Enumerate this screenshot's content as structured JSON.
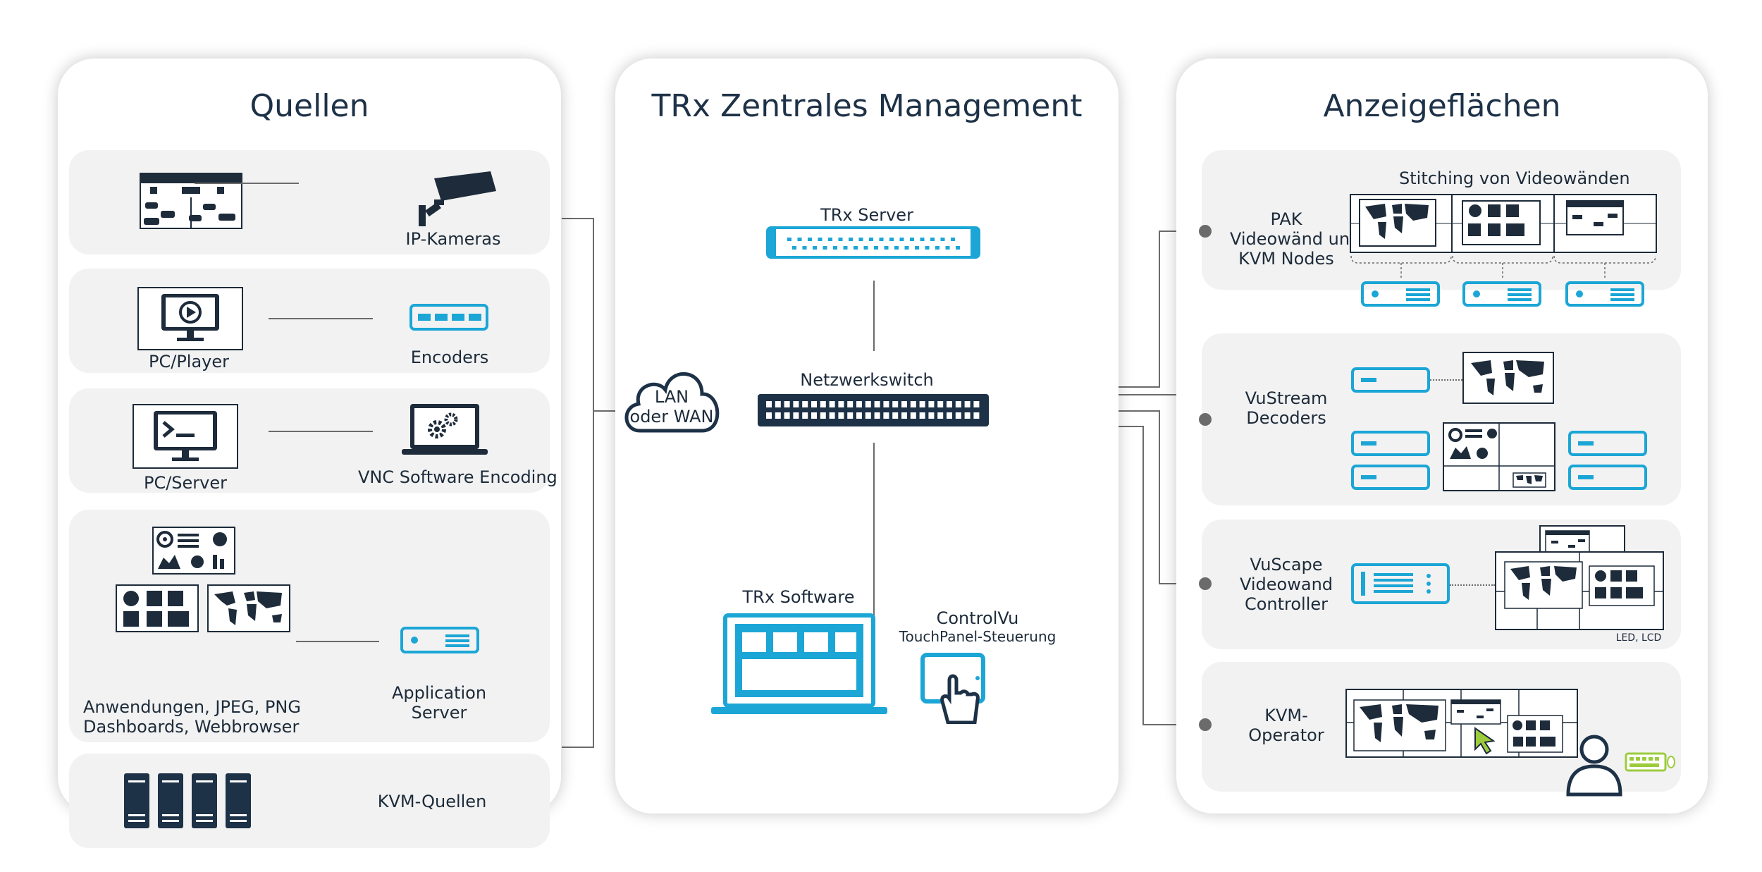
{
  "panels": {
    "sources": {
      "title": "Quellen"
    },
    "management": {
      "title": "TRx Zentrales Management"
    },
    "displays": {
      "title": "Anzeigeflächen"
    }
  },
  "sources": {
    "ip_cameras": "IP-Kameras",
    "pc_player": "PC/Player",
    "encoders": "Encoders",
    "pc_server": "PC/Server",
    "vnc": "VNC Software Encoding",
    "apps_line1": "Anwendungen, JPEG, PNG",
    "apps_line2": "Dashboards, Webbrowser",
    "app_server_line1": "Application",
    "app_server_line2": "Server",
    "kvm_sources": "KVM-Quellen"
  },
  "management": {
    "trx_server": "TRx Server",
    "switch": "Netzwerkswitch",
    "lan_line1": "LAN",
    "lan_line2": "oder WAN",
    "trx_software": "TRx Software",
    "controlvu_line1": "ControlVu",
    "controlvu_line2": "TouchPanel-Steuerung"
  },
  "displays": {
    "pak_line1": "PAK",
    "pak_line2": "Videowänd und",
    "pak_line3": "KVM Nodes",
    "stitching": "Stitching von Videowänden",
    "vustream_line1": "VuStream",
    "vustream_line2": "Decoders",
    "vuscape_line1": "VuScape",
    "vuscape_line2": "Videowand",
    "vuscape_line3": "Controller",
    "led_lcd": "LED, LCD",
    "kvm_op_line1": "KVM-",
    "kvm_op_line2": "Operator"
  },
  "colors": {
    "accent": "#1ba6d6",
    "dark": "#1d3147",
    "card": "#f2f2f2",
    "keyboard": "#9ccc3c"
  }
}
